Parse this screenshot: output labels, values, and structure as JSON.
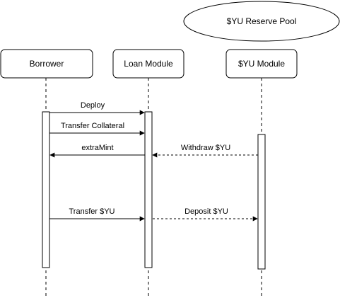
{
  "diagram": {
    "pool": {
      "label": "$YU Reserve Pool"
    },
    "participants": [
      {
        "id": "borrower",
        "label": "Borrower"
      },
      {
        "id": "loan",
        "label": "Loan Module"
      },
      {
        "id": "yu",
        "label": "$YU Module"
      }
    ],
    "messages": [
      {
        "id": "deploy",
        "label": "Deploy",
        "from": "borrower",
        "to": "loan",
        "style": "solid"
      },
      {
        "id": "transfer-collateral",
        "label": "Transfer Collateral",
        "from": "borrower",
        "to": "loan",
        "style": "solid"
      },
      {
        "id": "extramint",
        "label": "extraMint",
        "from": "loan",
        "to": "borrower",
        "style": "solid"
      },
      {
        "id": "withdraw-yu",
        "label": "Withdraw $YU",
        "from": "yu",
        "to": "loan",
        "style": "dashed"
      },
      {
        "id": "transfer-yu",
        "label": "Transfer $YU",
        "from": "borrower",
        "to": "loan",
        "style": "solid"
      },
      {
        "id": "deposit-yu",
        "label": "Deposit $YU",
        "from": "loan",
        "to": "yu",
        "style": "dashed"
      }
    ]
  }
}
